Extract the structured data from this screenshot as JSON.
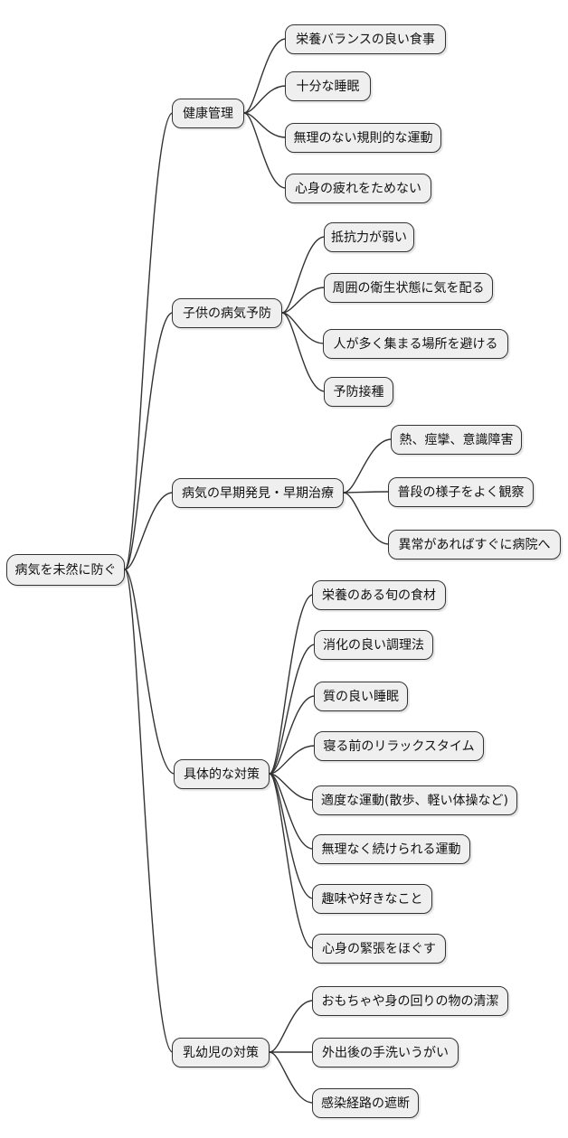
{
  "diagram": {
    "type": "mindmap",
    "background_color": "#ffffff",
    "node_fill_color": "#efefef",
    "node_border_color": "#333333",
    "edge_color": "#333333",
    "text_color": "#111111",
    "root": {
      "label": "病気を未然に防ぐ",
      "children": [
        {
          "label": "健康管理",
          "children": [
            {
              "label": "栄養バランスの良い食事"
            },
            {
              "label": "十分な睡眠"
            },
            {
              "label": "無理のない規則的な運動"
            },
            {
              "label": "心身の疲れをためない"
            }
          ]
        },
        {
          "label": "子供の病気予防",
          "children": [
            {
              "label": "抵抗力が弱い"
            },
            {
              "label": "周囲の衛生状態に気を配る"
            },
            {
              "label": "人が多く集まる場所を避ける"
            },
            {
              "label": "予防接種"
            }
          ]
        },
        {
          "label": "病気の早期発見・早期治療",
          "children": [
            {
              "label": "熱、痙攣、意識障害"
            },
            {
              "label": "普段の様子をよく観察"
            },
            {
              "label": "異常があればすぐに病院へ"
            }
          ]
        },
        {
          "label": "具体的な対策",
          "children": [
            {
              "label": "栄養のある旬の食材"
            },
            {
              "label": "消化の良い調理法"
            },
            {
              "label": "質の良い睡眠"
            },
            {
              "label": "寝る前のリラックスタイム"
            },
            {
              "label": "適度な運動(散歩、軽い体操など)"
            },
            {
              "label": "無理なく続けられる運動"
            },
            {
              "label": "趣味や好きなこと"
            },
            {
              "label": "心身の緊張をほぐす"
            }
          ]
        },
        {
          "label": "乳幼児の対策",
          "children": [
            {
              "label": "おもちゃや身の回りの物の清潔"
            },
            {
              "label": "外出後の手洗いうがい"
            },
            {
              "label": "感染経路の遮断"
            }
          ]
        }
      ]
    }
  }
}
